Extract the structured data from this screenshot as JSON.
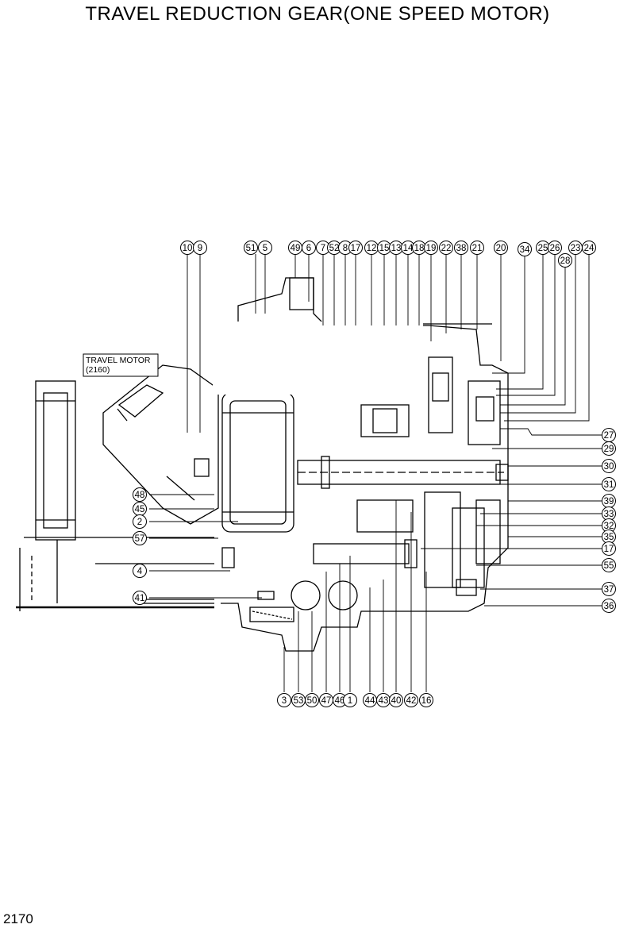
{
  "title": "TRAVEL REDUCTION GEAR(ONE SPEED MOTOR)",
  "page_number": "2170",
  "motor_label": {
    "line1": "TRAVEL MOTOR",
    "line2": "(2160)"
  },
  "callouts": [
    {
      "n": "10"
    },
    {
      "n": "9"
    },
    {
      "n": "51"
    },
    {
      "n": "5"
    },
    {
      "n": "49"
    },
    {
      "n": "6"
    },
    {
      "n": "7"
    },
    {
      "n": "52"
    },
    {
      "n": "8"
    },
    {
      "n": "17"
    },
    {
      "n": "12"
    },
    {
      "n": "15"
    },
    {
      "n": "13"
    },
    {
      "n": "14"
    },
    {
      "n": "18"
    },
    {
      "n": "19"
    },
    {
      "n": "22"
    },
    {
      "n": "38"
    },
    {
      "n": "21"
    },
    {
      "n": "20"
    },
    {
      "n": "34"
    },
    {
      "n": "25"
    },
    {
      "n": "26"
    },
    {
      "n": "23"
    },
    {
      "n": "24"
    },
    {
      "n": "28"
    },
    {
      "n": "27"
    },
    {
      "n": "29"
    },
    {
      "n": "30"
    },
    {
      "n": "31"
    },
    {
      "n": "39"
    },
    {
      "n": "33"
    },
    {
      "n": "32"
    },
    {
      "n": "35"
    },
    {
      "n": "17"
    },
    {
      "n": "55"
    },
    {
      "n": "37"
    },
    {
      "n": "36"
    },
    {
      "n": "48"
    },
    {
      "n": "45"
    },
    {
      "n": "2"
    },
    {
      "n": "57"
    },
    {
      "n": "4"
    },
    {
      "n": "41"
    },
    {
      "n": "3"
    },
    {
      "n": "53"
    },
    {
      "n": "50"
    },
    {
      "n": "47"
    },
    {
      "n": "46"
    },
    {
      "n": "1"
    },
    {
      "n": "44"
    },
    {
      "n": "43"
    },
    {
      "n": "40"
    },
    {
      "n": "42"
    },
    {
      "n": "16"
    }
  ]
}
